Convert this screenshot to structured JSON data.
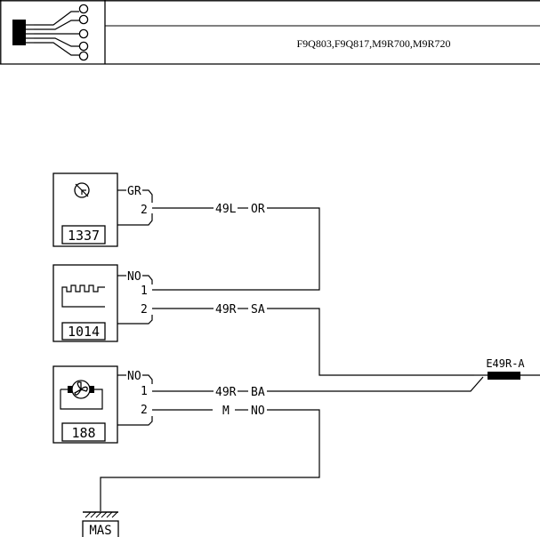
{
  "header": {
    "engine_codes": "F9Q803,F9Q817,M9R700,M9R720",
    "logo_icon": "wiring-connector-icon"
  },
  "components": [
    {
      "id": "1337",
      "icon": "sensor-symbol-icon",
      "wire_color": "GR",
      "pins": [
        {
          "pin": "2",
          "wire": "49L",
          "color": "OR"
        }
      ]
    },
    {
      "id": "1014",
      "icon": "pulse-signal-icon",
      "wire_color": "NO",
      "pins": [
        {
          "pin": "1",
          "wire": "",
          "color": ""
        },
        {
          "pin": "2",
          "wire": "49R",
          "color": "SA"
        }
      ]
    },
    {
      "id": "188",
      "icon": "fan-motor-icon",
      "wire_color": "NO",
      "pins": [
        {
          "pin": "1",
          "wire": "49R",
          "color": "BA"
        },
        {
          "pin": "2",
          "wire": "M",
          "color": "NO"
        }
      ]
    }
  ],
  "connector": {
    "label": "E49R-A"
  },
  "ground": {
    "label": "MAS"
  }
}
